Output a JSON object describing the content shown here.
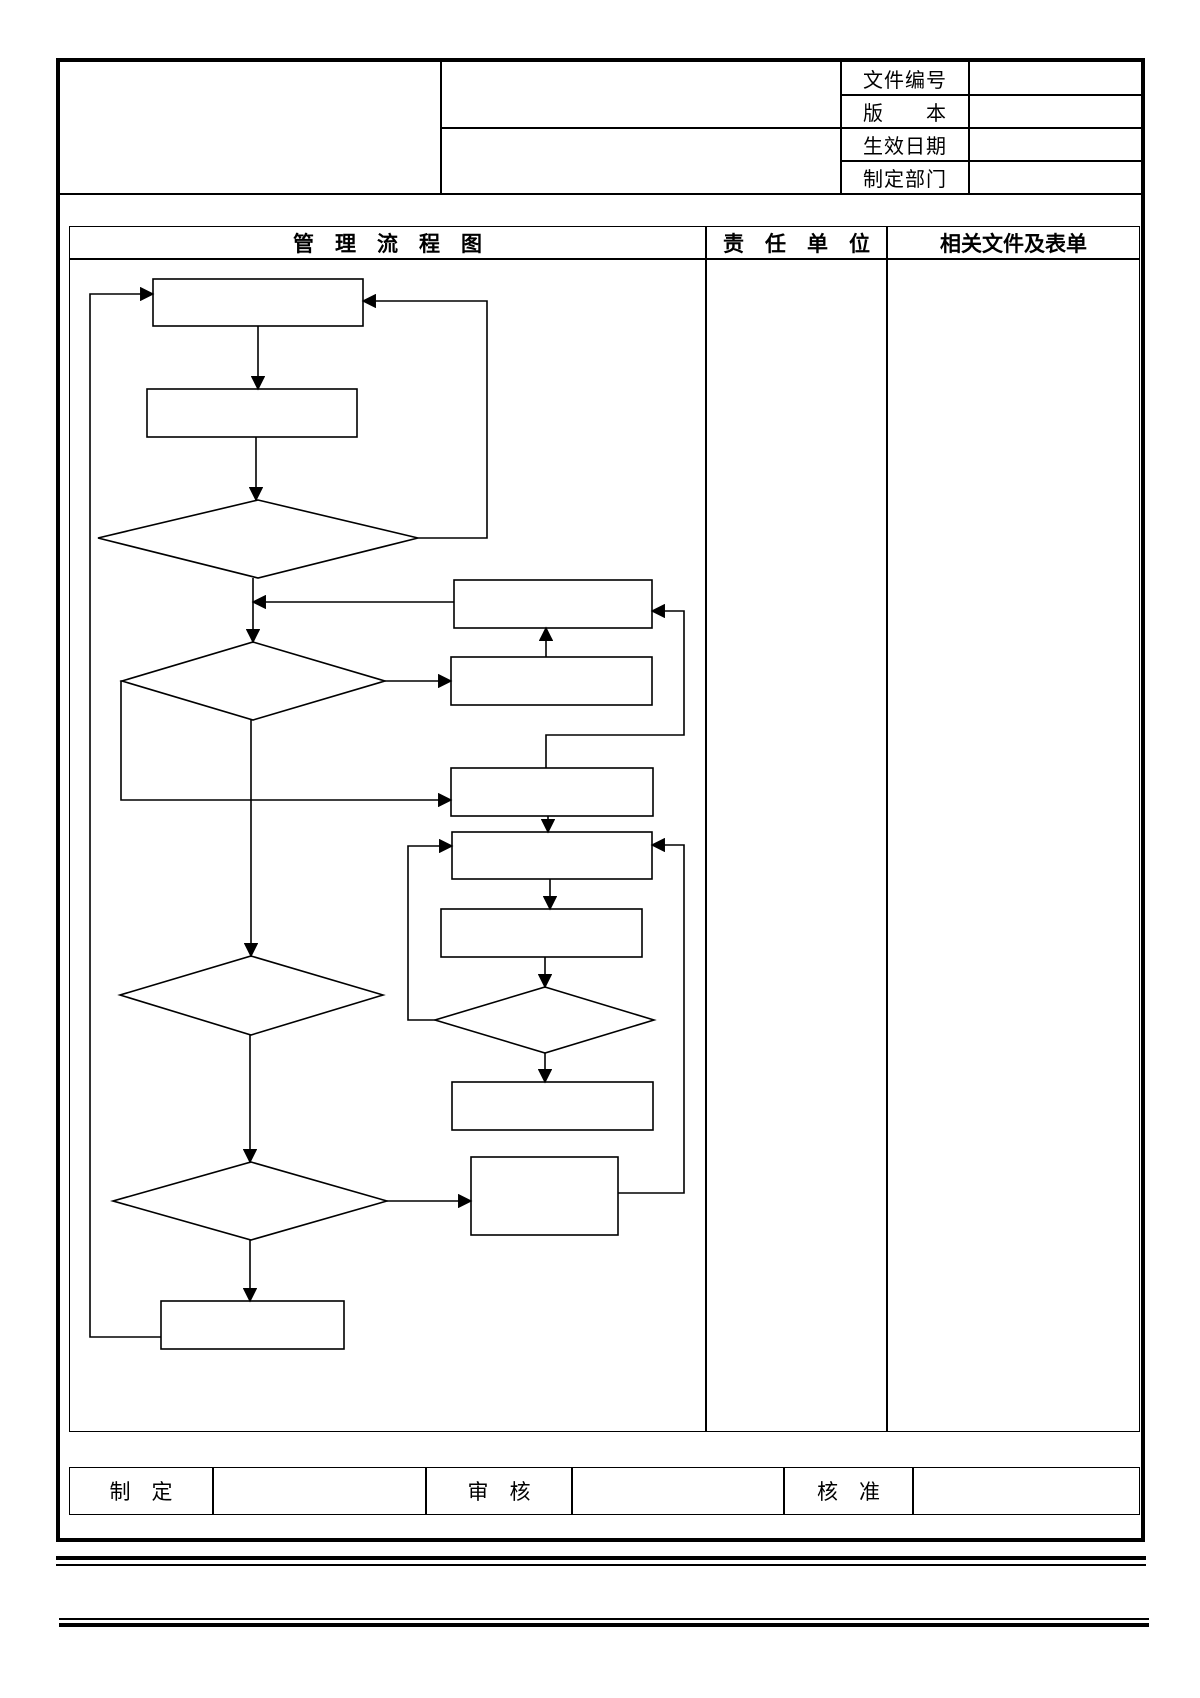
{
  "header": {
    "doc_no_label": "文件编号",
    "doc_no_value": "",
    "version_label": "版　　本",
    "version_value": "",
    "effective_date_label": "生效日期",
    "effective_date_value": "",
    "dept_label": "制定部门",
    "dept_value": ""
  },
  "columns": {
    "flow_title": "管　理　流　程　图",
    "responsible_title": "责　任　单　位",
    "related_title": "相关文件及表单"
  },
  "signoff": {
    "prepared_label": "制　定",
    "prepared_value": "",
    "reviewed_label": "审　核",
    "reviewed_value": "",
    "approved_label": "核　准",
    "approved_value": ""
  }
}
